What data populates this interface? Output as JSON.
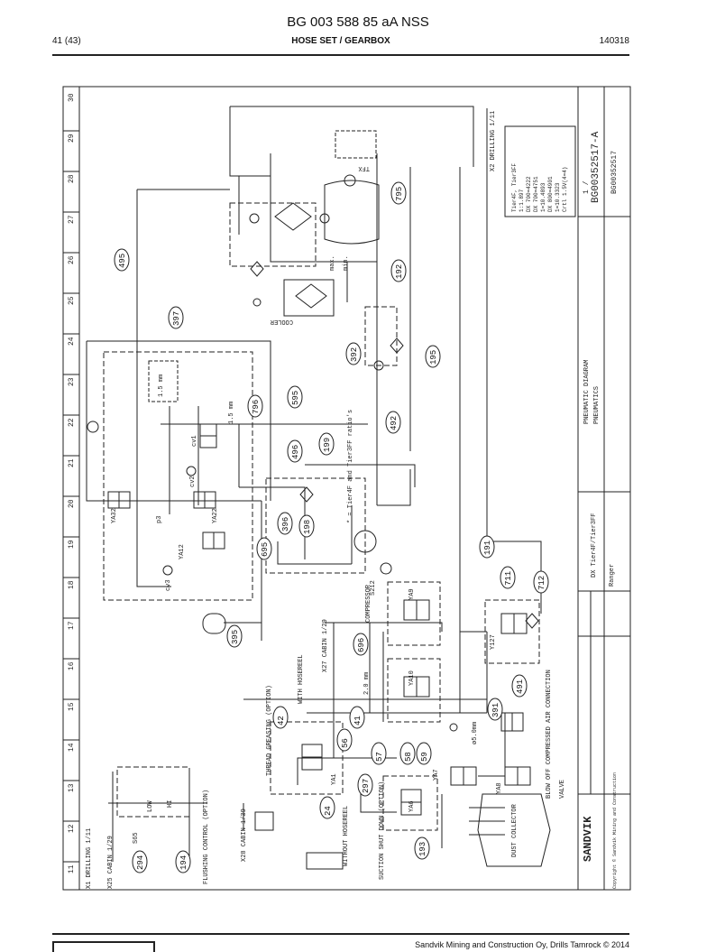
{
  "header": {
    "title": "BG 003 588 85 aA NSS",
    "page": "41 (43)",
    "section": "HOSE SET / GEARBOX",
    "code": "140318"
  },
  "footer": {
    "company": "Sandvik Mining and Construction Oy, Drills Tamrock © 2014"
  },
  "grid_numbers": [
    "11",
    "12",
    "13",
    "14",
    "15",
    "16",
    "17",
    "18",
    "19",
    "20",
    "21",
    "22",
    "23",
    "24",
    "25",
    "26",
    "27",
    "28",
    "29",
    "30"
  ],
  "callouts": [
    "495",
    "397",
    "796",
    "595",
    "496",
    "199",
    "396",
    "198",
    "695",
    "395",
    "42",
    "41",
    "56",
    "57",
    "58",
    "59",
    "297",
    "24",
    "193",
    "294",
    "194",
    "391",
    "191",
    "711",
    "712",
    "491",
    "696",
    "795",
    "192",
    "392",
    "195",
    "492"
  ],
  "labels": {
    "flushing": "FLUSHING CONTROL (OPTION)",
    "thread": "THREAD GREASING (OPTION)",
    "suction": "SUCTION SHUT DOWN (OPTION)",
    "blowoff": "BLOW OFF COMPRESSED AIR CONNECTION",
    "blowoff_valve": "VALVE",
    "dust": "DUST COLLECTOR",
    "with_hosereel": "WITH HOSEREEL",
    "without_hosereel": "WITHOUT HOSEREEL",
    "compressor": "COMPRESSOR",
    "cooler": "COOLER",
    "max": "max.",
    "min": "min.",
    "tfx": "TFX",
    "tier_note": "* = Tier4F and Tier3FF ratio's",
    "x1": "X1 DRILLING 1/11",
    "x2": "X2 DRILLING 1/11",
    "x25": "X25 CABIN 1/29",
    "x27": "X27 CABIN 1/29",
    "x28": "X28 CABIN 1/39",
    "s212": "S212",
    "low": "LOW",
    "hi": "HI",
    "s65": "S65",
    "ya1": "YA1",
    "ya6": "YA6",
    "ya7": "YA7",
    "ya8": "YA8",
    "ya9": "YA9",
    "ya10": "YA10",
    "ya12": "YA12",
    "ya22": "YA22",
    "ya32": "YA32",
    "y127": "Y127",
    "cv1": "cv1",
    "cv2": "cv2",
    "cv3": "cv3",
    "p3": "p3",
    "orifice1": "1.5 mm",
    "orifice2": "1.5 mm",
    "orifice3": "2.0 mm",
    "orifice4": "ø5.0mm",
    "ratio_box": [
      "Tier4F, Tier3FF",
      "1:1.897",
      "DX 700=4222",
      "DX 700=4751",
      "1=10.4893",
      "DX 800=4901",
      "1=10.3323",
      "Crtl 1.5V(4=4)"
    ],
    "title_block_title": "PNEUMATIC DIAGRAM",
    "title_block_sub": "PNEUMATICS",
    "title_block_model": "DX Tier4F/Tier3FF",
    "title_block_ranger": "Ranger",
    "drawing_number": "BG00352517-A",
    "drawing_number2": "BG00352517",
    "sheet": "1 /",
    "brand": "SANDVIK",
    "copyright": "Copyright © Sandvik Mining and Construction"
  }
}
